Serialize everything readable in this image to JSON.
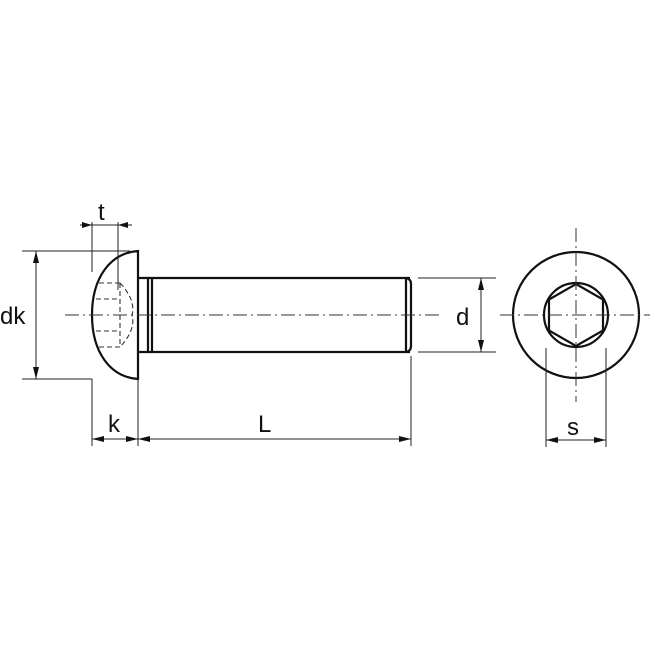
{
  "diagram": {
    "subject": "Button head hex socket screw",
    "views": [
      "side-view",
      "end-view"
    ],
    "labels": {
      "t": "t",
      "dk": "dk",
      "k": "k",
      "L": "L",
      "d": "d",
      "s": "s"
    },
    "colors": {
      "line": "#111111",
      "background": "#ffffff"
    }
  }
}
